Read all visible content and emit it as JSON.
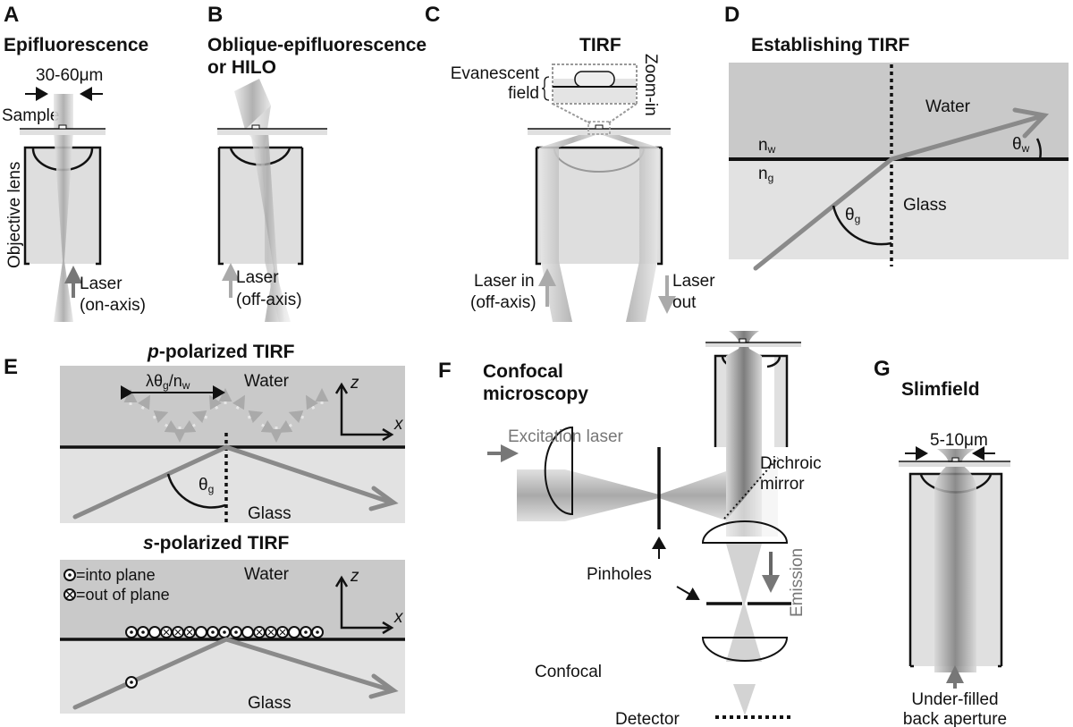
{
  "panels": {
    "A": {
      "letter": "A",
      "title": "Epifluorescence",
      "width_label": "30-60μm",
      "sample": "Sample",
      "objective": "Objective lens",
      "laser": "Laser",
      "laser_mode": "(on-axis)"
    },
    "B": {
      "letter": "B",
      "title_line1": "Oblique-epifluorescence",
      "title_line2": "or HILO",
      "laser": "Laser",
      "laser_mode": "(off-axis)"
    },
    "C": {
      "letter": "C",
      "title": "TIRF",
      "evanescent_1": "Evanescent",
      "evanescent_2": "field",
      "zoom": "Zoom-in",
      "laser_in": "Laser in",
      "laser_in_mode": "(off-axis)",
      "laser_out_1": "Laser",
      "laser_out_2": "out"
    },
    "D": {
      "letter": "D",
      "title": "Establishing TIRF",
      "water": "Water",
      "glass": "Glass",
      "n_base": "n",
      "nw_sub": "w",
      "ng_sub": "g",
      "theta": "θ",
      "theta_w_sub": "w",
      "theta_g_sub": "g"
    },
    "E": {
      "letter": "E",
      "p_title_italic": "p",
      "p_title_rest": "-polarized TIRF",
      "s_title_italic": "s",
      "s_title_rest": "-polarized TIRF",
      "wavelength_a": "λθ",
      "wavelength_sub1": "g",
      "wavelength_b": "/n",
      "wavelength_sub2": "w",
      "water": "Water",
      "glass": "Glass",
      "z": "z",
      "x": "x",
      "theta": "θ",
      "theta_sub": "g",
      "legend_into": "=into plane",
      "legend_out": "=out of plane",
      "polarization_row": [
        "dot",
        "dot",
        "open",
        "x",
        "x",
        "x",
        "open",
        "dot",
        "dot",
        "dot",
        "open",
        "x",
        "x",
        "x",
        "open",
        "dot",
        "dot"
      ]
    },
    "F": {
      "letter": "F",
      "title_line1": "Confocal",
      "title_line2": "microscopy",
      "excitation": "Excitation laser",
      "dichroic_1": "Dichroic",
      "dichroic_2": "mirror",
      "emission": "Emission",
      "pinholes": "Pinholes",
      "confocal": "Confocal",
      "detector": "Detector"
    },
    "G": {
      "letter": "G",
      "title": "Slimfield",
      "width_label": "5-10μm",
      "aperture_1": "Under-filled",
      "aperture_2": "back aperture"
    }
  },
  "colors": {
    "water": "#c9c9c9",
    "glass": "#e2e2e2",
    "ray": "#8a8a8a",
    "ink": "#111111"
  }
}
